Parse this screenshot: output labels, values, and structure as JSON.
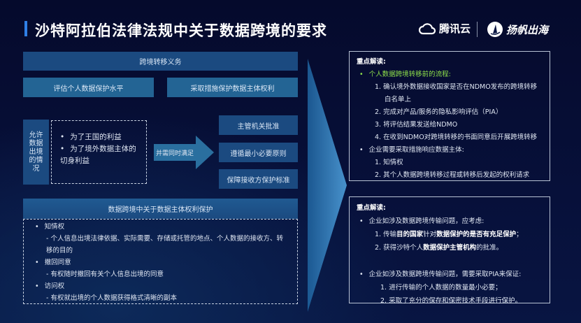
{
  "title": "沙特阿拉伯法律法规中关于数据跨境的要求",
  "logos": [
    {
      "name": "腾讯云",
      "icon": "cloud-logo-icon"
    },
    {
      "name": "扬帆出海",
      "icon": "sail-logo-icon"
    }
  ],
  "obligations": {
    "header": "跨境转移义务",
    "left": "评估个人数据保护水平",
    "right": "采取措施保护数据主体权利"
  },
  "allowed": {
    "label": "允许数据出境的情况",
    "items": [
      "为了王国的利益",
      "为了境外数据主体的切身利益"
    ],
    "arrow_label": "并需同时满足",
    "conditions": [
      "主管机关批准",
      "遵循最小必要原则",
      "保障接收方保护标准"
    ]
  },
  "rights": {
    "header": "数据跨境中关于数据主体权利保护",
    "items": [
      {
        "title": "知情权",
        "detail": "- 个人信息出境法律依据、实际需要、存储或托管的地点、个人数据的接收方、转移的目的"
      },
      {
        "title": "撤回同意",
        "detail": "- 有权随时撤回有关个人信息出境的同意"
      },
      {
        "title": "访问权",
        "detail": "- 有权就出境的个人数据获得格式清晰的副本"
      }
    ]
  },
  "panel1": {
    "heading": "重点解读:",
    "b1": "个人数据跨境转移前的流程:",
    "steps": [
      "1.  确认境外数据接收国家是否在NDMO发布的跨境转移白名单上",
      "2.  完成对产品/服务的隐私影响评估（PIA）",
      "3.  将评估结果发送给NDMO",
      "4.  在收到NDMO对跨境转移的书面同意后开展跨境转移"
    ],
    "b2": "企业需要采取措施响应数据主体:",
    "steps2": [
      "1.  知情权",
      "2.  其个人数据跨境转移过程或转移后发起的权利请求"
    ]
  },
  "panel2": {
    "heading": "重点解读:",
    "b1": "企业如涉及数据跨境传输问题，应考虑:",
    "s1a": "1. 传输",
    "s1b": "目的国家",
    "s1c": "针对",
    "s1d": "数据保护的是否有充足保护",
    "s1e": "；",
    "s2a": "2. 获得沙特个人",
    "s2b": "数据保护主管机构",
    "s2c": "的批准。",
    "b2": "企业如涉及数据跨境传输问题，需要采取PIA来保证:",
    "steps2": [
      "1.  进行传输的个人数据的数量最小必要；",
      "2.  采取了充分的保存和保密技术手段进行保护。"
    ]
  },
  "colors": {
    "accent": "#2f7fe6",
    "highlight": "#8ee04a"
  }
}
